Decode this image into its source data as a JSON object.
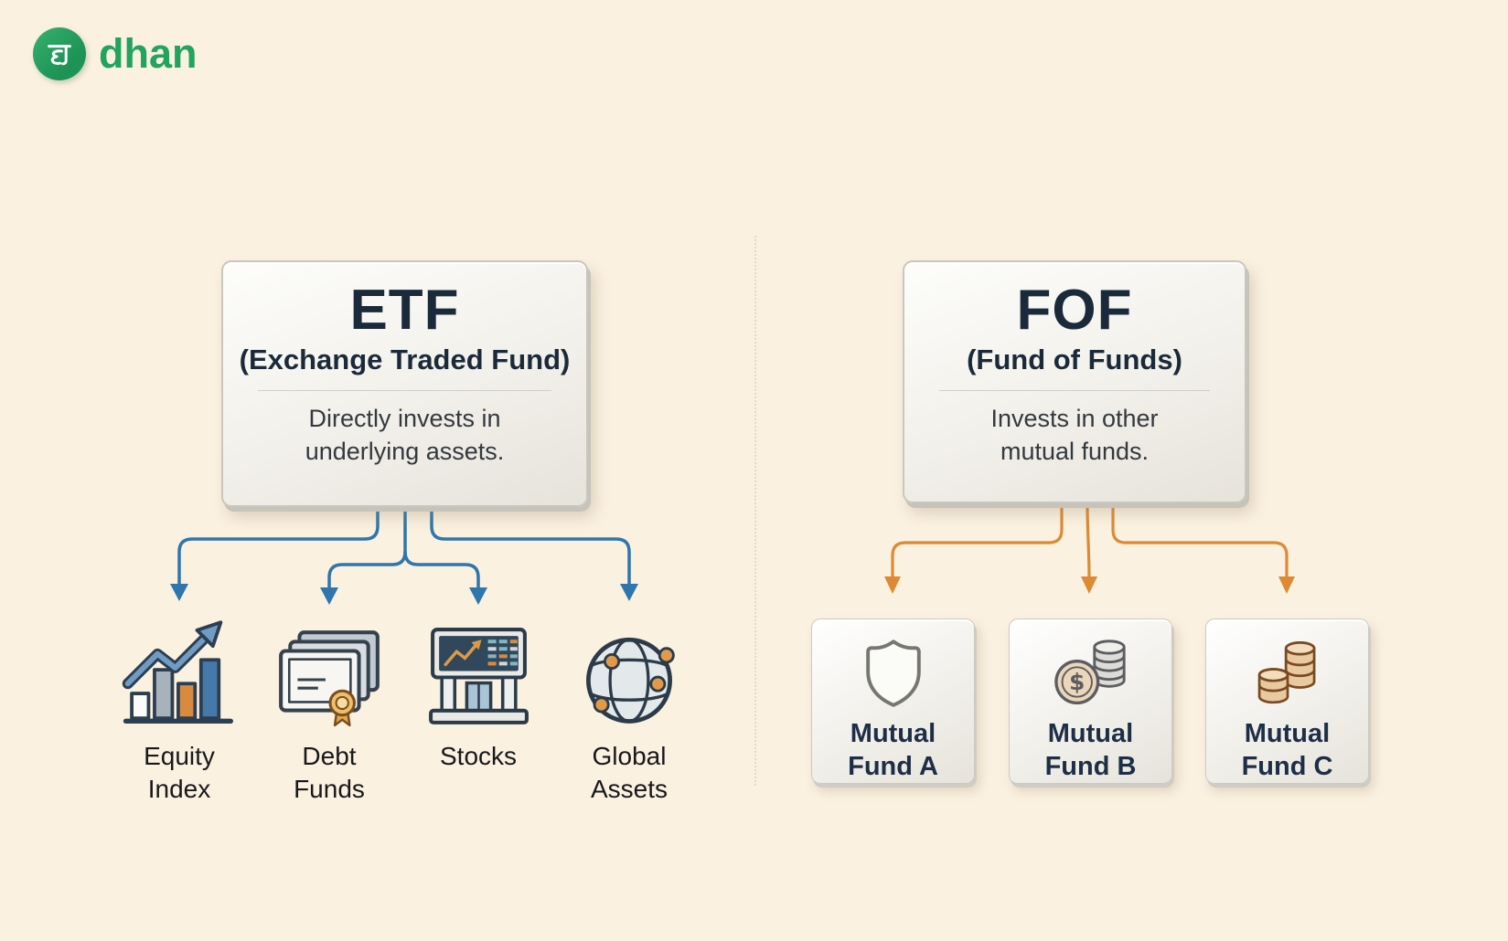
{
  "brand": {
    "name": "dhan",
    "logo_glyph": "ध"
  },
  "colors": {
    "background": "#fbf1e1",
    "brand_green": "#22a45e",
    "heading_navy": "#1b2a3a",
    "body_text": "#33393f",
    "etf_arrow": "#2f76ad",
    "fof_arrow": "#dd8a33"
  },
  "etf": {
    "title": "ETF",
    "subtitle": "(Exchange Traded Fund)",
    "description": "Directly invests in\nunderlying assets.",
    "assets": [
      {
        "icon": "equity-index-icon",
        "label": "Equity\nIndex"
      },
      {
        "icon": "debt-funds-icon",
        "label": "Debt\nFunds"
      },
      {
        "icon": "stocks-icon",
        "label": "Stocks"
      },
      {
        "icon": "global-assets-icon",
        "label": "Global\nAssets"
      }
    ]
  },
  "fof": {
    "title": "FOF",
    "subtitle": "(Fund of Funds)",
    "description": "Invests in other\nmutual funds.",
    "funds": [
      {
        "icon": "shield-icon",
        "label": "Mutual\nFund A"
      },
      {
        "icon": "dollar-coins-icon",
        "label": "Mutual\nFund B"
      },
      {
        "icon": "coin-stacks-icon",
        "label": "Mutual\nFund C"
      }
    ]
  }
}
